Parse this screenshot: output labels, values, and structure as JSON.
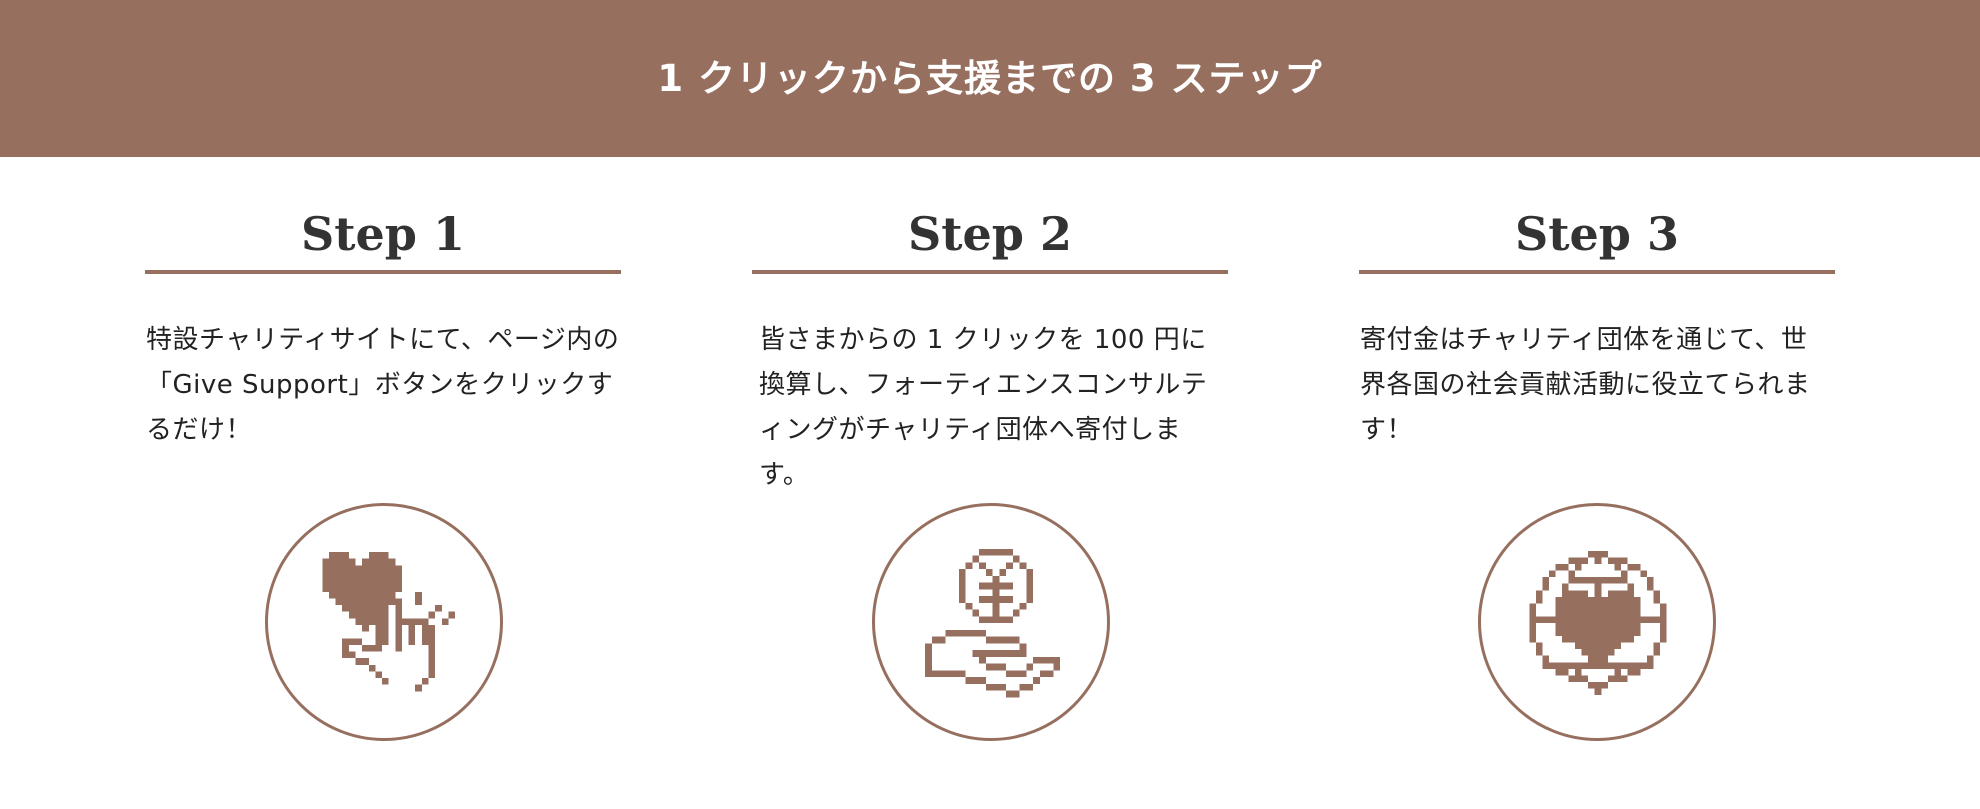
{
  "banner": {
    "title": "1 クリックから支援までの 3 ステップ",
    "background_color": "#966f5f",
    "text_color": "#ffffff"
  },
  "steps": [
    {
      "title": "Step 1",
      "text": "特設チャリティサイトにて、ページ内の「Give Support」ボタンをクリックするだけ！",
      "icon": "heart-click-hand-icon"
    },
    {
      "title": "Step 2",
      "text": "皆さまからの 1 クリックを 100 円に換算し、フォーティエンスコンサルティングがチャリティ団体へ寄付します。",
      "icon": "yen-coin-hand-icon"
    },
    {
      "title": "Step 3",
      "text": "寄付金はチャリティ団体を通じて、世界各国の社会貢献活動に役立てられます！",
      "icon": "globe-heart-icon"
    }
  ],
  "colors": {
    "accent": "#966f5f",
    "heading": "#333333",
    "body": "#222222"
  }
}
